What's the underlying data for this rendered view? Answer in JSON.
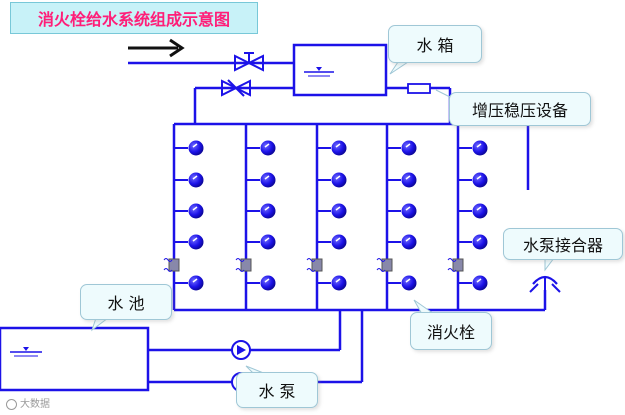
{
  "title": "消火栓给水系统组成示意图",
  "labels": {
    "water_tank": "水 箱",
    "booster": "增压稳压设备",
    "pump_adapter": "水泵接合器",
    "pool": "水 池",
    "hydrant": "消火栓",
    "pump": "水 泵"
  },
  "watermark": "大数据",
  "colors": {
    "pipe": "#1c12e8",
    "title_bg": "#c8f2f8",
    "title_text": "#ff1e78",
    "callout_bg": "#eefbfd",
    "callout_border": "#9fc7d6",
    "valve_block": "#8888aa"
  },
  "icons": [
    "flow-arrow-icon",
    "gate-valve-icon",
    "check-valve-icon",
    "hydrant-icon",
    "pump-icon",
    "pump-adapter-icon",
    "pressure-reducer-icon",
    "water-level-icon"
  ]
}
